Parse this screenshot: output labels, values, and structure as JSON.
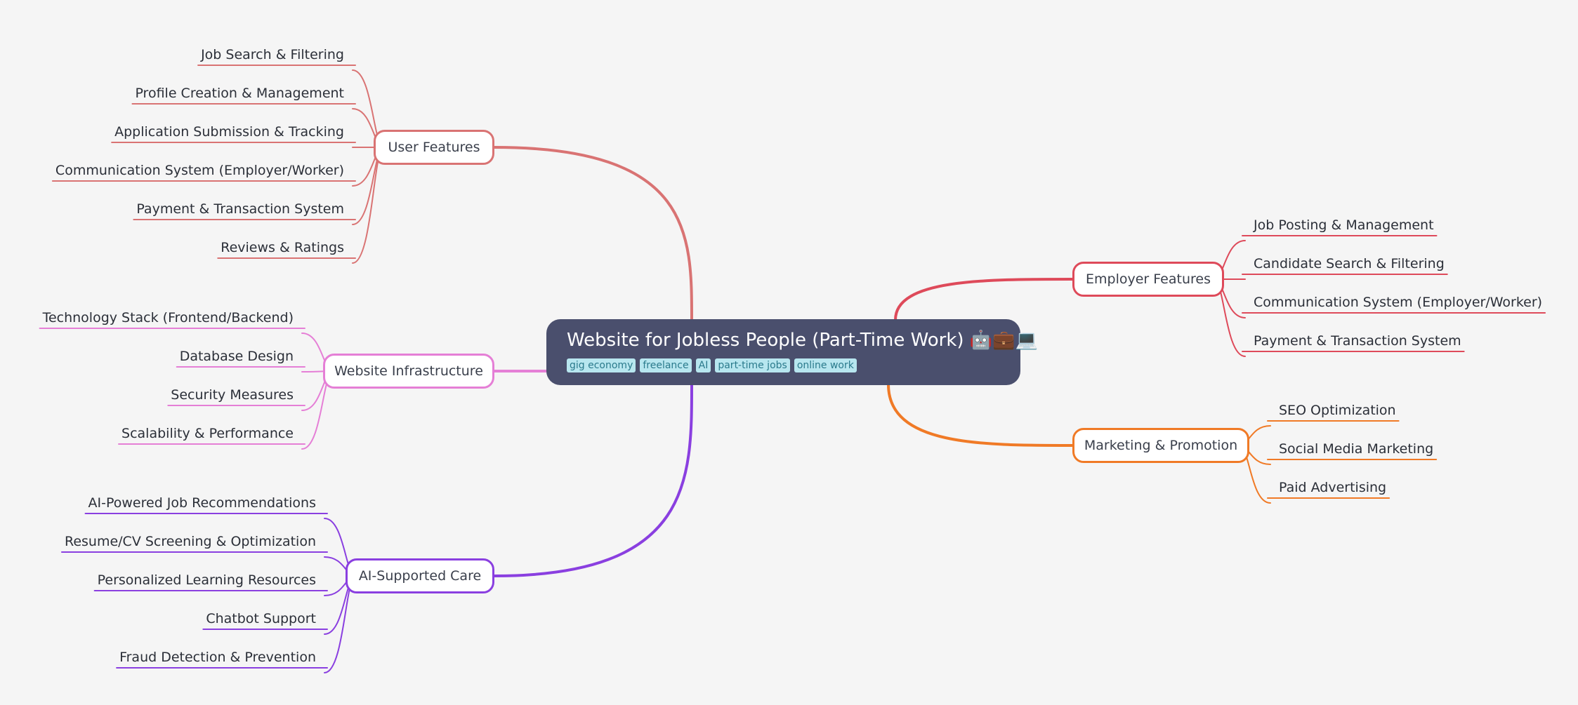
{
  "root": {
    "title": "Website for Jobless People (Part-Time Work) 🤖💼💻",
    "tags": [
      "gig economy",
      "freelance",
      "AI",
      "part-time jobs",
      "online work"
    ]
  },
  "branches": [
    {
      "id": "user-features",
      "label": "User Features",
      "side": "left",
      "color": "#d97373",
      "children": [
        "Job Search & Filtering",
        "Profile Creation & Management",
        "Application Submission & Tracking",
        "Communication System (Employer/Worker)",
        "Payment & Transaction System",
        "Reviews & Ratings"
      ]
    },
    {
      "id": "website-infrastructure",
      "label": "Website Infrastructure",
      "side": "left",
      "color": "#e57fd6",
      "children": [
        "Technology Stack (Frontend/Backend)",
        "Database Design",
        "Security Measures",
        "Scalability & Performance"
      ]
    },
    {
      "id": "ai-supported-care",
      "label": "AI-Supported Care",
      "side": "left",
      "color": "#8a3fe0",
      "children": [
        "AI-Powered Job Recommendations",
        "Resume/CV Screening & Optimization",
        "Personalized Learning Resources",
        "Chatbot Support",
        "Fraud Detection & Prevention"
      ]
    },
    {
      "id": "employer-features",
      "label": "Employer Features",
      "side": "right",
      "color": "#de4a5a",
      "children": [
        "Job Posting & Management",
        "Candidate Search & Filtering",
        "Communication System (Employer/Worker)",
        "Payment & Transaction System"
      ]
    },
    {
      "id": "marketing-promotion",
      "label": "Marketing & Promotion",
      "side": "right",
      "color": "#f07a26",
      "children": [
        "SEO Optimization",
        "Social Media Marketing",
        "Paid Advertising"
      ]
    }
  ]
}
